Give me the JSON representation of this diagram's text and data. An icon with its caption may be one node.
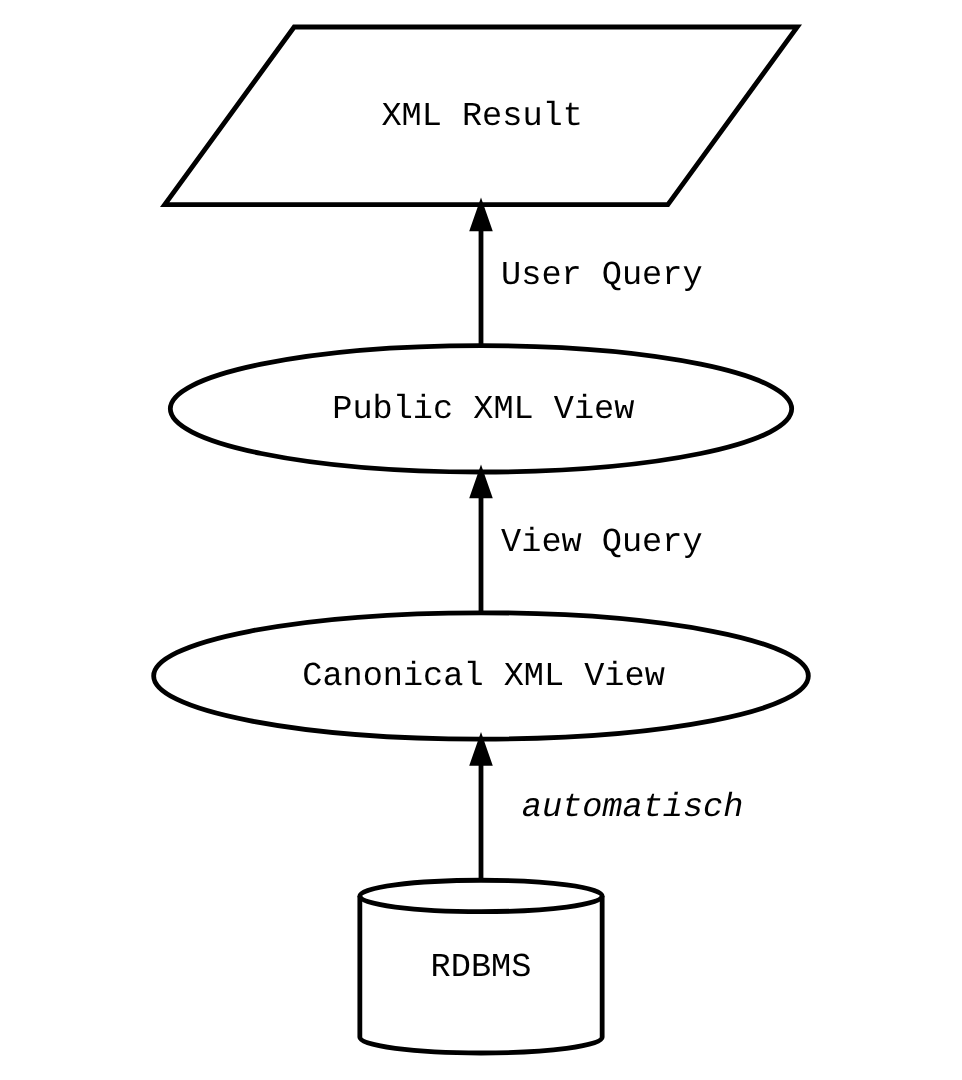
{
  "diagram": {
    "nodes": [
      {
        "text": [
          "XML Result"
        ]
      },
      {
        "text": [
          "Public XML View"
        ]
      },
      {
        "text": [
          "Canonical XML View"
        ]
      },
      {
        "text": [
          "RDBMS"
        ]
      }
    ],
    "edges": [
      {
        "from": 3,
        "to": 2,
        "arrow": "to",
        "label": "automatisch"
      },
      {
        "from": 2,
        "to": 1,
        "arrow": "to",
        "label": "View Query"
      },
      {
        "from": 1,
        "to": 0,
        "arrow": "to",
        "label": "User Query"
      }
    ]
  }
}
